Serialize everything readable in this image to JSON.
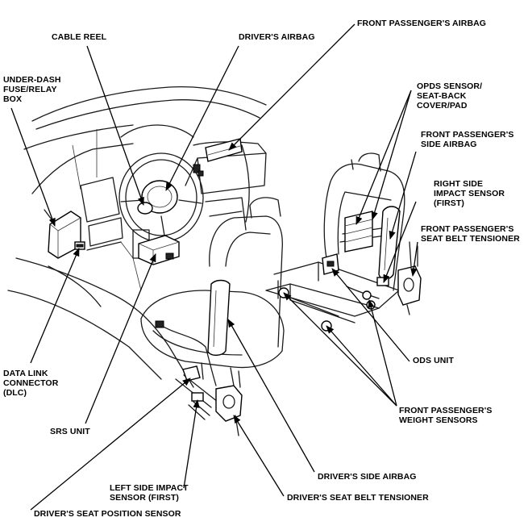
{
  "labels": {
    "cable_reel": [
      "CABLE REEL"
    ],
    "drivers_airbag": [
      "DRIVER'S AIRBAG"
    ],
    "front_passengers_airbag": [
      "FRONT PASSENGER'S AIRBAG"
    ],
    "under_dash_box": [
      "UNDER-DASH",
      "FUSE/RELAY",
      "BOX"
    ],
    "opds_sensor": [
      "OPDS SENSOR/",
      "SEAT-BACK",
      "COVER/PAD"
    ],
    "front_passengers_side_airbag": [
      "FRONT PASSENGER'S",
      "SIDE AIRBAG"
    ],
    "right_side_impact_sensor": [
      "RIGHT SIDE",
      "IMPACT SENSOR",
      "(FIRST)"
    ],
    "front_passengers_seat_belt_tensioner": [
      "FRONT PASSENGER'S",
      "SEAT BELT TENSIONER"
    ],
    "ods_unit": [
      "ODS UNIT"
    ],
    "front_passengers_weight_sensors": [
      "FRONT PASSENGER'S",
      "WEIGHT SENSORS"
    ],
    "data_link_connector": [
      "DATA LINK",
      "CONNECTOR",
      "(DLC)"
    ],
    "srs_unit": [
      "SRS UNIT"
    ],
    "drivers_side_airbag": [
      "DRIVER'S SIDE AIRBAG"
    ],
    "left_side_impact_sensor": [
      "LEFT SIDE IMPACT",
      "SENSOR (FIRST)"
    ],
    "drivers_seat_belt_tensioner": [
      "DRIVER'S SEAT BELT TENSIONER"
    ],
    "drivers_seat_position_sensor": [
      "DRIVER'S SEAT POSITION SENSOR"
    ]
  }
}
